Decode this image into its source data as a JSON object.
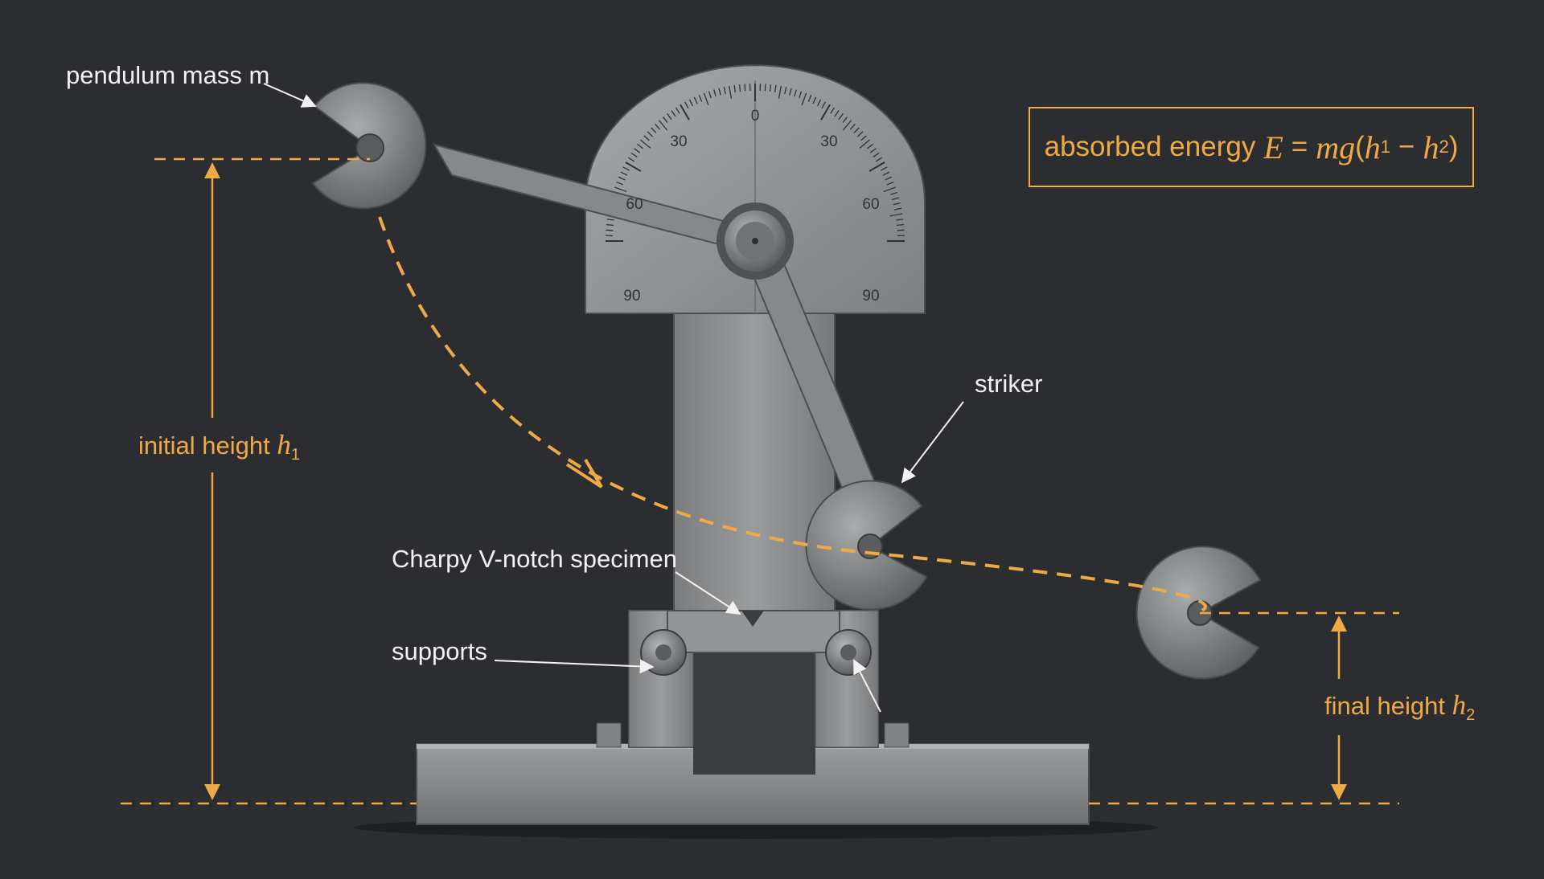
{
  "labels": {
    "pendulum_mass": "pendulum mass m",
    "striker": "striker",
    "specimen": "Charpy V-notch specimen",
    "supports": "supports",
    "initial_height_text": "initial height",
    "initial_height_var": "h",
    "initial_height_sub": "1",
    "final_height_text": "final height",
    "final_height_var": "h",
    "final_height_sub": "2"
  },
  "formula": {
    "prefix": "absorbed energy",
    "var_e": "E",
    "equals": "=",
    "mg": "mg",
    "open": "(",
    "h1": "h",
    "h1_sub": "1",
    "minus": "−",
    "h2": "h",
    "h2_sub": "2",
    "close": ")"
  },
  "dial": {
    "ticks": [
      "0",
      "30",
      "30",
      "60",
      "60",
      "90",
      "90"
    ]
  },
  "colors": {
    "background": "#2b2d30",
    "accent": "#f0aa45",
    "label": "#f2f2f2",
    "steel": "#8a8c8e"
  }
}
